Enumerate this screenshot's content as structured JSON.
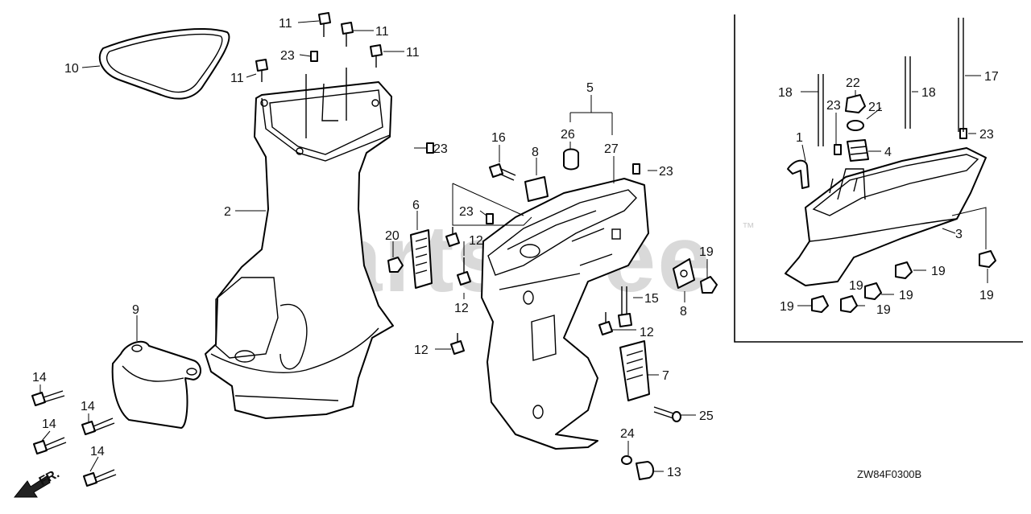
{
  "diagram": {
    "watermark": "PartsTree",
    "trademark": "™",
    "diagram_code": "ZW84F0300B",
    "front_marker": "FR.",
    "callouts": [
      {
        "id": "c10",
        "text": "10"
      },
      {
        "id": "c11a",
        "text": "11"
      },
      {
        "id": "c11b",
        "text": "11"
      },
      {
        "id": "c11c",
        "text": "11"
      },
      {
        "id": "c11d",
        "text": "11"
      },
      {
        "id": "c23a",
        "text": "23"
      },
      {
        "id": "c23b",
        "text": "23"
      },
      {
        "id": "c2",
        "text": "2"
      },
      {
        "id": "c9",
        "text": "9"
      },
      {
        "id": "c14a",
        "text": "14"
      },
      {
        "id": "c14b",
        "text": "14"
      },
      {
        "id": "c14c",
        "text": "14"
      },
      {
        "id": "c14d",
        "text": "14"
      },
      {
        "id": "c5",
        "text": "5"
      },
      {
        "id": "c16",
        "text": "16"
      },
      {
        "id": "c26",
        "text": "26"
      },
      {
        "id": "c8a",
        "text": "8"
      },
      {
        "id": "c27",
        "text": "27"
      },
      {
        "id": "c23c",
        "text": "23"
      },
      {
        "id": "c6",
        "text": "6"
      },
      {
        "id": "c23d",
        "text": "23"
      },
      {
        "id": "c20",
        "text": "20"
      },
      {
        "id": "c12a",
        "text": "12"
      },
      {
        "id": "c12b",
        "text": "12"
      },
      {
        "id": "c12c",
        "text": "12"
      },
      {
        "id": "c12d",
        "text": "12"
      },
      {
        "id": "c19a",
        "text": "19"
      },
      {
        "id": "c8b",
        "text": "8"
      },
      {
        "id": "c15",
        "text": "15"
      },
      {
        "id": "c7",
        "text": "7"
      },
      {
        "id": "c25",
        "text": "25"
      },
      {
        "id": "c24",
        "text": "24"
      },
      {
        "id": "c13",
        "text": "13"
      },
      {
        "id": "c18a",
        "text": "18"
      },
      {
        "id": "c22",
        "text": "22"
      },
      {
        "id": "c21",
        "text": "21"
      },
      {
        "id": "c23e",
        "text": "23"
      },
      {
        "id": "c18b",
        "text": "18"
      },
      {
        "id": "c17",
        "text": "17"
      },
      {
        "id": "c23f",
        "text": "23"
      },
      {
        "id": "c1",
        "text": "1"
      },
      {
        "id": "c4",
        "text": "4"
      },
      {
        "id": "c3",
        "text": "3"
      },
      {
        "id": "c19b",
        "text": "19"
      },
      {
        "id": "c19c",
        "text": "19"
      },
      {
        "id": "c19d",
        "text": "19"
      },
      {
        "id": "c19e",
        "text": "19"
      },
      {
        "id": "c19f",
        "text": "19"
      },
      {
        "id": "c19g",
        "text": "19"
      }
    ]
  }
}
